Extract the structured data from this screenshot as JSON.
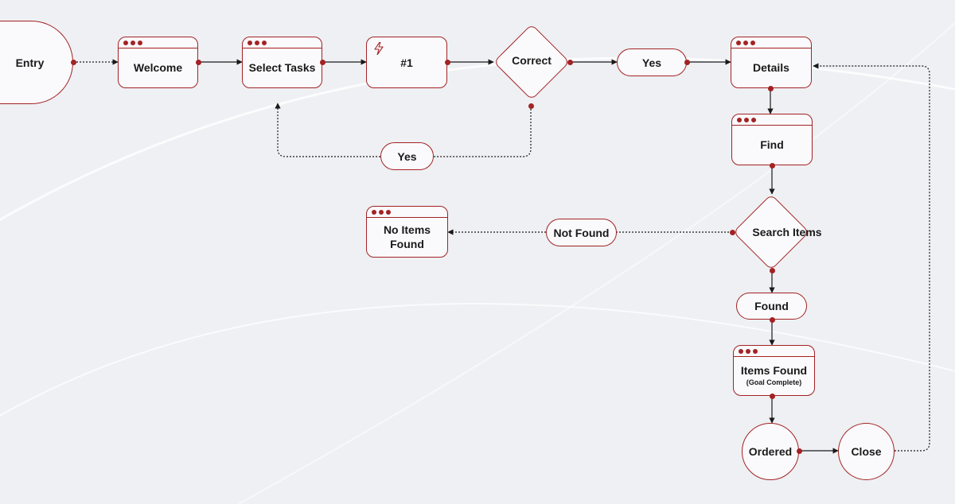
{
  "nodes": {
    "entry": "Entry",
    "welcome": "Welcome",
    "select_tasks": "Select Tasks",
    "step1": "#1",
    "correct": "Correct",
    "yes_right": "Yes",
    "yes_loop": "Yes",
    "details": "Details",
    "find": "Find",
    "search_items": "Search Items",
    "not_found": "Not Found",
    "no_items_found": "No Items Found",
    "found": "Found",
    "items_found": "Items Found",
    "items_found_sub": "(Goal Complete)",
    "ordered": "Ordered",
    "close": "Close"
  },
  "icons": {
    "window_dots": "window-dots-icon",
    "step_icon": "lightning-bolt-icon"
  },
  "colors": {
    "accent": "#a32224",
    "node_fill": "#fafafc",
    "background": "#eef0f3",
    "text": "#1a1a1a"
  }
}
